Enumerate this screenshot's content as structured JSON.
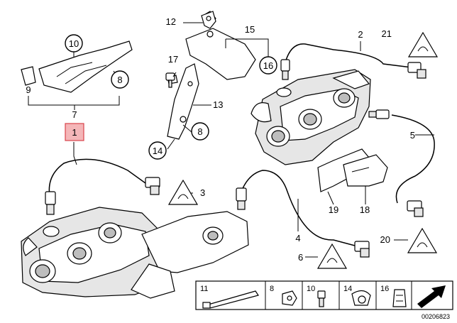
{
  "callouts": {
    "c1": "1",
    "c2": "2",
    "c3": "3",
    "c4": "4",
    "c5": "5",
    "c6": "6",
    "c7": "7",
    "c8a": "8",
    "c8b": "8",
    "c9": "9",
    "c10": "10",
    "c12": "12",
    "c13": "13",
    "c14": "14",
    "c15": "15",
    "c16": "16",
    "c17": "17",
    "c18": "18",
    "c19": "19",
    "c20": "20",
    "c21": "21"
  },
  "parts_strip": {
    "items": [
      "11",
      "8",
      "10",
      "14",
      "16"
    ]
  },
  "reference_number": "00206823",
  "highlight_color": "#f4b6b8"
}
